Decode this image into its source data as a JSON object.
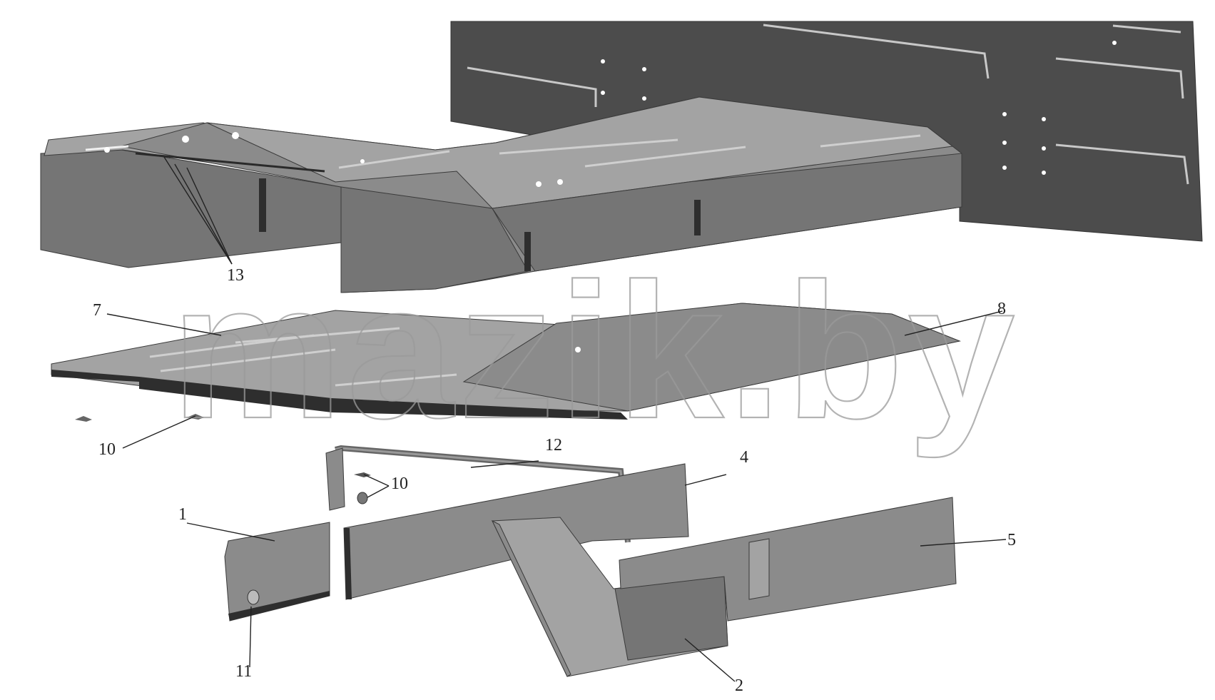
{
  "watermark": "mazik.by",
  "callouts": {
    "c1": "1",
    "c2": "2",
    "c4": "4",
    "c5": "5",
    "c7": "7",
    "c8": "8",
    "c10a": "10",
    "c10b": "10",
    "c11": "11",
    "c12": "12",
    "c13": "13"
  }
}
